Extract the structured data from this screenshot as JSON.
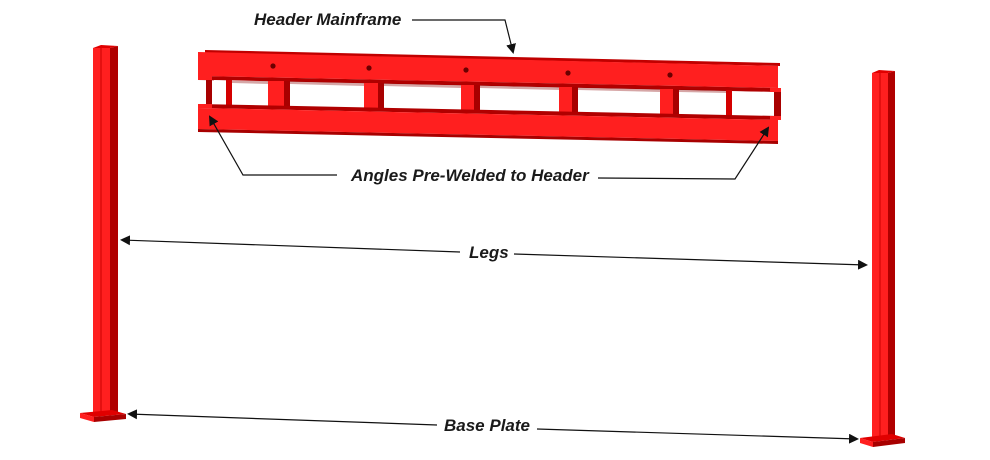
{
  "labels": {
    "header_mainframe": "Header Mainframe",
    "angles": "Angles Pre-Welded to Header",
    "legs": "Legs",
    "base_plate": "Base Plate"
  },
  "colors": {
    "steel_face": "#ff1f1f",
    "steel_mid": "#e00000",
    "steel_dark": "#a80000",
    "steel_deep": "#7a0000",
    "line": "#1a1a1a"
  },
  "icons": {
    "arrowhead": "arrowhead-icon"
  }
}
